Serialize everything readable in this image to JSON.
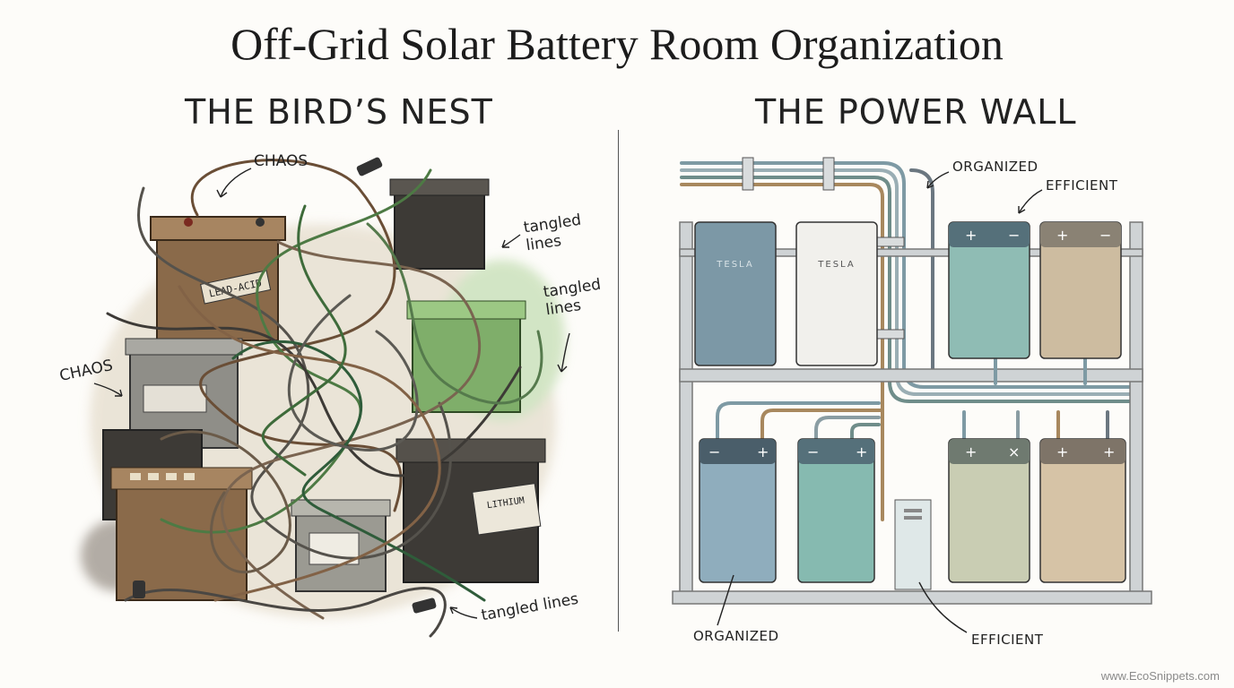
{
  "title": "Off-Grid Solar Battery Room Organization",
  "left_panel": {
    "heading": "THE BIRD’S NEST",
    "notes": {
      "chaos_top": "CHAOS",
      "chaos_left": "CHAOS",
      "tangled_1": "tangled\nlines",
      "tangled_2": "tangled\nlines",
      "tangled_3": "tangled lines"
    },
    "battery_labels": {
      "lead_acid": "LEAD-ACID",
      "lithium": "LITHIUM"
    }
  },
  "right_panel": {
    "heading": "THE POWER WALL",
    "notes": {
      "organized_top": "ORGANIZED",
      "efficient_top": "EFFICIENT",
      "organized_bottom": "ORGANIZED",
      "efficient_bottom": "EFFICIENT"
    },
    "brand_labels": [
      "TESLA",
      "TESLA"
    ]
  },
  "footer": "www.EcoSnippets.com",
  "colors": {
    "rust": "#8a6a4a",
    "dark": "#3d3a36",
    "green": "#7fae6a",
    "steel_blue": "#7c98a6",
    "teal": "#8fbcb4",
    "sand": "#cdbca0",
    "rack": "#b9bec2"
  }
}
